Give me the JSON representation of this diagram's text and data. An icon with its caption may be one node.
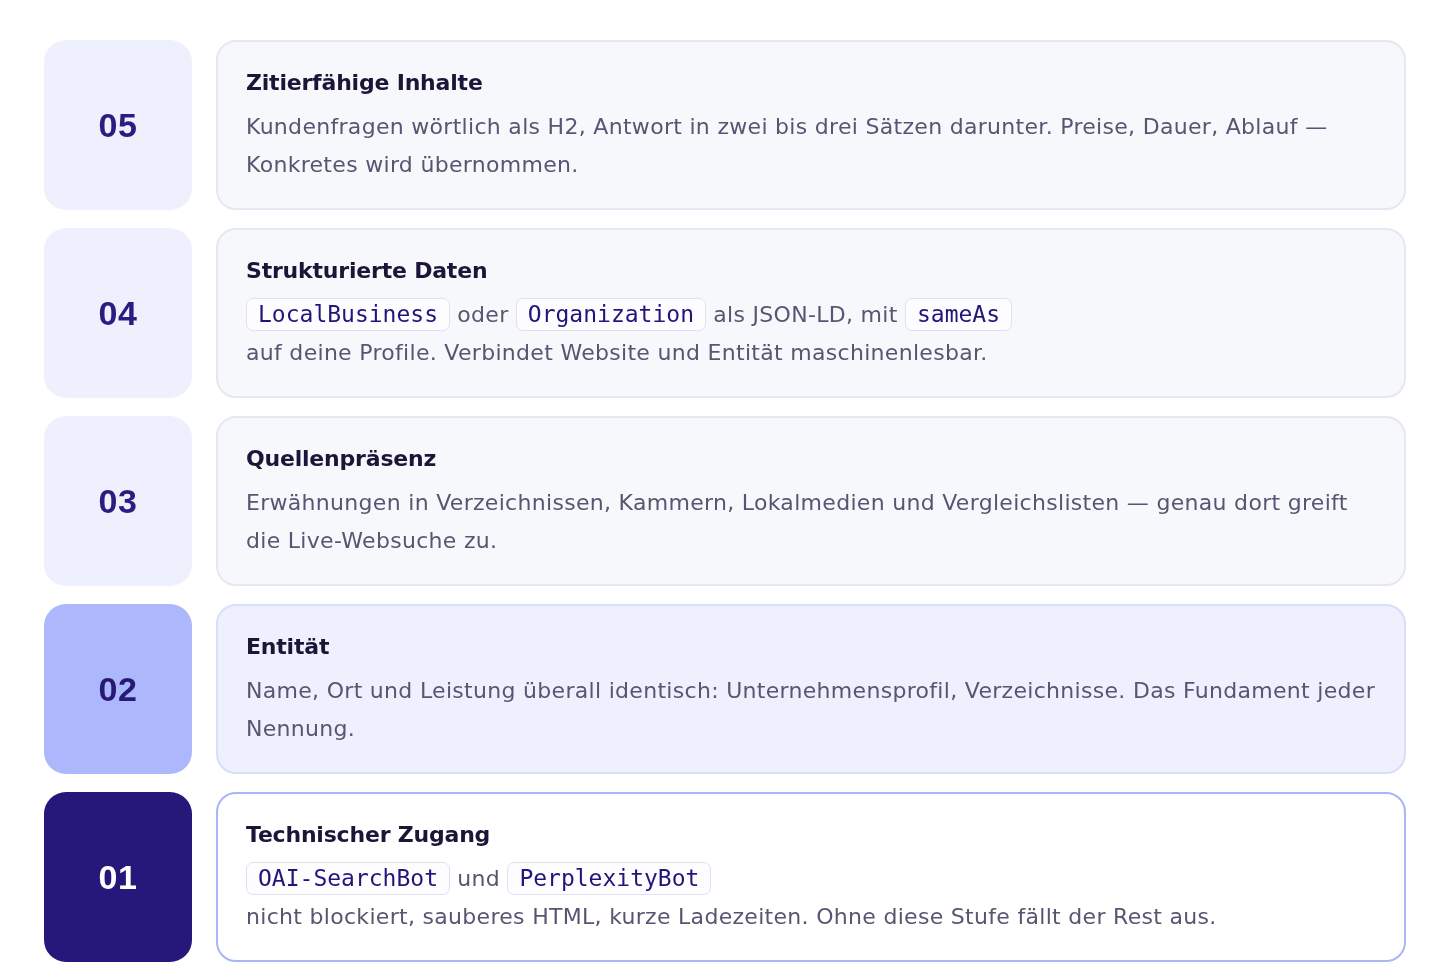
{
  "diagram": {
    "nodes": [
      {
        "text": [
          "05"
        ]
      },
      {
        "text": [
          "Zitierfähige Inhalte",
          "Kundenfragen wörtlich als H2, Antwort in zwei bis drei Sätzen darunter. Preise, Dauer, Ablauf — Konkretes wird übernommen."
        ]
      },
      {
        "text": [
          "04"
        ]
      },
      {
        "text": [
          "Strukturierte Daten",
          "oder",
          "als JSON-LD, mit",
          "auf deine Profile. Verbindet Website und Entität maschinenlesbar."
        ]
      },
      {
        "text": [
          "LocalBusiness"
        ],
        "in": 3
      },
      {
        "text": [
          "Organization"
        ],
        "in": 3
      },
      {
        "text": [
          "sameAs"
        ],
        "in": 3
      },
      {
        "text": [
          "03"
        ]
      },
      {
        "text": [
          "Quellenpräsenz",
          "Erwähnungen in Verzeichnissen, Kammern, Lokalmedien und Vergleichslisten — genau dort greift die Live-Websuche zu."
        ]
      },
      {
        "text": [
          "02"
        ]
      },
      {
        "text": [
          "Entität",
          "Name, Ort und Leistung überall identisch: Unternehmensprofil, Verzeichnisse. Das Fundament jeder Nennung."
        ]
      },
      {
        "text": [
          "01"
        ]
      },
      {
        "text": [
          "Technischer Zugang",
          "und",
          "nicht blockiert, sauberes HTML, kurze Ladezeiten. Ohne diese Stufe fällt der Rest aus."
        ]
      },
      {
        "text": [
          "OAI-SearchBot"
        ],
        "in": 12
      },
      {
        "text": [
          "PerplexityBot"
        ],
        "in": 12
      }
    ]
  }
}
